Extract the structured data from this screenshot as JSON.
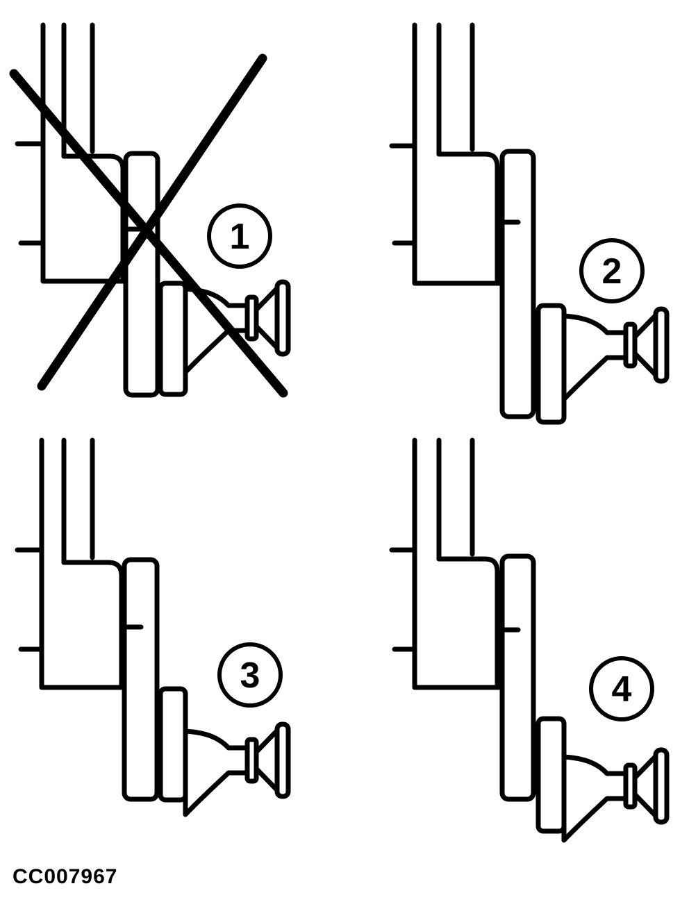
{
  "figure": {
    "code": "CC007967",
    "colors": {
      "ink": "#000000",
      "background": "#ffffff"
    },
    "panels": [
      {
        "number": "1",
        "marked_incorrect": true
      },
      {
        "number": "2",
        "marked_incorrect": false
      },
      {
        "number": "3",
        "marked_incorrect": false
      },
      {
        "number": "4",
        "marked_incorrect": false
      }
    ]
  }
}
